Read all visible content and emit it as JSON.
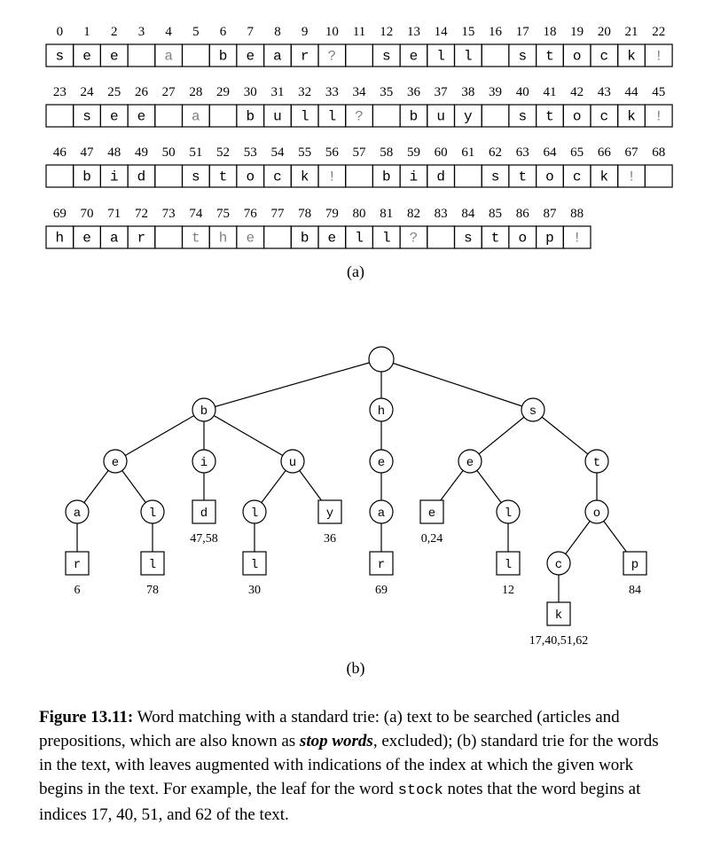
{
  "text_rows": [
    {
      "start": 0,
      "chars": [
        "s",
        "e",
        "e",
        " ",
        "a",
        " ",
        "b",
        "e",
        "a",
        "r",
        "?",
        " ",
        "s",
        "e",
        "l",
        "l",
        " ",
        "s",
        "t",
        "o",
        "c",
        "k",
        "!"
      ],
      "grey": [
        4,
        10,
        22
      ]
    },
    {
      "start": 23,
      "chars": [
        " ",
        "s",
        "e",
        "e",
        " ",
        "a",
        " ",
        "b",
        "u",
        "l",
        "l",
        "?",
        " ",
        "b",
        "u",
        "y",
        " ",
        "s",
        "t",
        "o",
        "c",
        "k",
        "!"
      ],
      "grey": [
        28,
        34,
        45
      ]
    },
    {
      "start": 46,
      "chars": [
        " ",
        "b",
        "i",
        "d",
        " ",
        "s",
        "t",
        "o",
        "c",
        "k",
        "!",
        " ",
        "b",
        "i",
        "d",
        " ",
        "s",
        "t",
        "o",
        "c",
        "k",
        "!",
        " "
      ],
      "grey": [
        56,
        67
      ]
    },
    {
      "start": 69,
      "chars": [
        "h",
        "e",
        "a",
        "r",
        " ",
        "t",
        "h",
        "e",
        " ",
        "b",
        "e",
        "l",
        "l",
        "?",
        " ",
        "s",
        "t",
        "o",
        "p",
        "!"
      ],
      "grey": [
        74,
        75,
        76,
        82,
        88
      ]
    }
  ],
  "label_a": "(a)",
  "label_b": "(b)",
  "trie": {
    "nodes": [
      {
        "id": "root",
        "letter": "",
        "type": "circle"
      },
      {
        "id": "b",
        "letter": "b",
        "type": "circle",
        "parent": "root"
      },
      {
        "id": "h",
        "letter": "h",
        "type": "circle",
        "parent": "root"
      },
      {
        "id": "s",
        "letter": "s",
        "type": "circle",
        "parent": "root"
      },
      {
        "id": "be",
        "letter": "e",
        "type": "circle",
        "parent": "b"
      },
      {
        "id": "bi",
        "letter": "i",
        "type": "circle",
        "parent": "b"
      },
      {
        "id": "bu",
        "letter": "u",
        "type": "circle",
        "parent": "b"
      },
      {
        "id": "he",
        "letter": "e",
        "type": "circle",
        "parent": "h"
      },
      {
        "id": "se",
        "letter": "e",
        "type": "circle",
        "parent": "s"
      },
      {
        "id": "st",
        "letter": "t",
        "type": "circle",
        "parent": "s"
      },
      {
        "id": "bea",
        "letter": "a",
        "type": "circle",
        "parent": "be"
      },
      {
        "id": "bel",
        "letter": "l",
        "type": "circle",
        "parent": "be"
      },
      {
        "id": "bid",
        "letter": "d",
        "type": "square",
        "parent": "bi",
        "occ": "47,58"
      },
      {
        "id": "bul",
        "letter": "l",
        "type": "circle",
        "parent": "bu"
      },
      {
        "id": "buy",
        "letter": "y",
        "type": "square",
        "parent": "bu",
        "occ": "36"
      },
      {
        "id": "hea",
        "letter": "a",
        "type": "circle",
        "parent": "he"
      },
      {
        "id": "see",
        "letter": "e",
        "type": "square",
        "parent": "se",
        "occ": "0,24"
      },
      {
        "id": "sel",
        "letter": "l",
        "type": "circle",
        "parent": "se"
      },
      {
        "id": "sto",
        "letter": "o",
        "type": "circle",
        "parent": "st"
      },
      {
        "id": "bear",
        "letter": "r",
        "type": "square",
        "parent": "bea",
        "occ": "6"
      },
      {
        "id": "bell",
        "letter": "l",
        "type": "square",
        "parent": "bel",
        "occ": "78"
      },
      {
        "id": "bull",
        "letter": "l",
        "type": "square",
        "parent": "bul",
        "occ": "30"
      },
      {
        "id": "hear",
        "letter": "r",
        "type": "square",
        "parent": "hea",
        "occ": "69"
      },
      {
        "id": "sell",
        "letter": "l",
        "type": "square",
        "parent": "sel",
        "occ": "12"
      },
      {
        "id": "stoc",
        "letter": "c",
        "type": "circle",
        "parent": "sto"
      },
      {
        "id": "stop",
        "letter": "p",
        "type": "square",
        "parent": "sto",
        "occ": "84"
      },
      {
        "id": "stock",
        "letter": "k",
        "type": "square",
        "parent": "stoc",
        "occ": "17,40,51,62"
      }
    ]
  },
  "caption": {
    "fig_label": "Figure 13.11:",
    "part1": " Word matching with a standard trie: (a) text to be searched (articles and prepositions, which are also known as ",
    "stop_words": "stop words",
    "part2": ", excluded); (b) standard trie for the words in the text, with leaves augmented with indications of the index at which the given work begins in the text. For example, the leaf for the word ",
    "code_word": "stock",
    "part3": " notes that the word begins at indices 17, 40, 51, and 62 of the text."
  }
}
